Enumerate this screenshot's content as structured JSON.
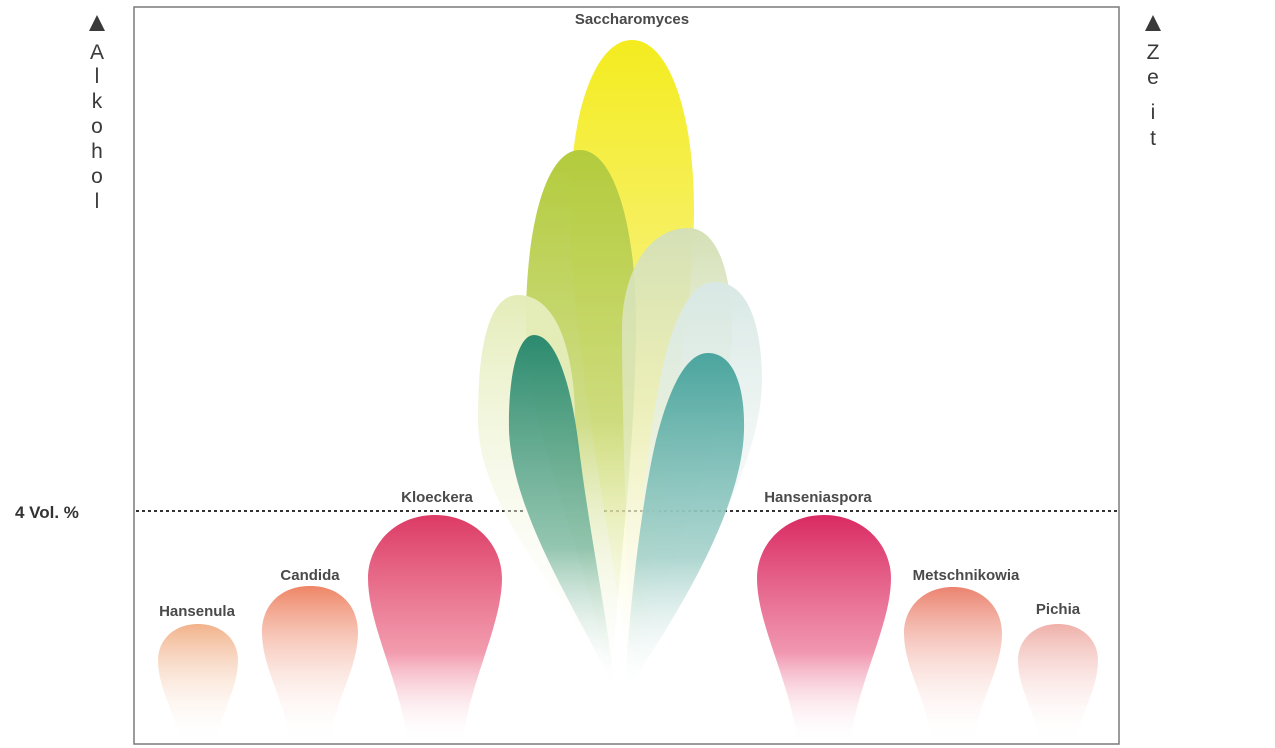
{
  "axes": {
    "left_label": "Alkohol",
    "right_label": "Zeit"
  },
  "threshold": {
    "label": "4 Vol. %"
  },
  "labels": {
    "saccharomyces": "Saccharomyces",
    "kloeckera": "Kloeckera",
    "hanseniaspora": "Hanseniaspora",
    "candida": "Candida",
    "metschnikowia": "Metschnikowia",
    "hansenula": "Hansenula",
    "pichia": "Pichia"
  },
  "colors": {
    "frame": "#7a7a7a",
    "dotted_line": "#333333",
    "saccharomyces_yellow": "#f2ec2a",
    "green_light": "#b9cf45",
    "green_pale": "#d6e2b4",
    "teal_dark": "#2f8f74",
    "teal_mid": "#4fa8a0",
    "kloeckera": "#df3f67",
    "hanseniaspora": "#dc2d64",
    "candida": "#ef8a6d",
    "metschnikowia": "#ec8772",
    "hansenula": "#f2b690",
    "pichia": "#f0b3ad"
  }
}
